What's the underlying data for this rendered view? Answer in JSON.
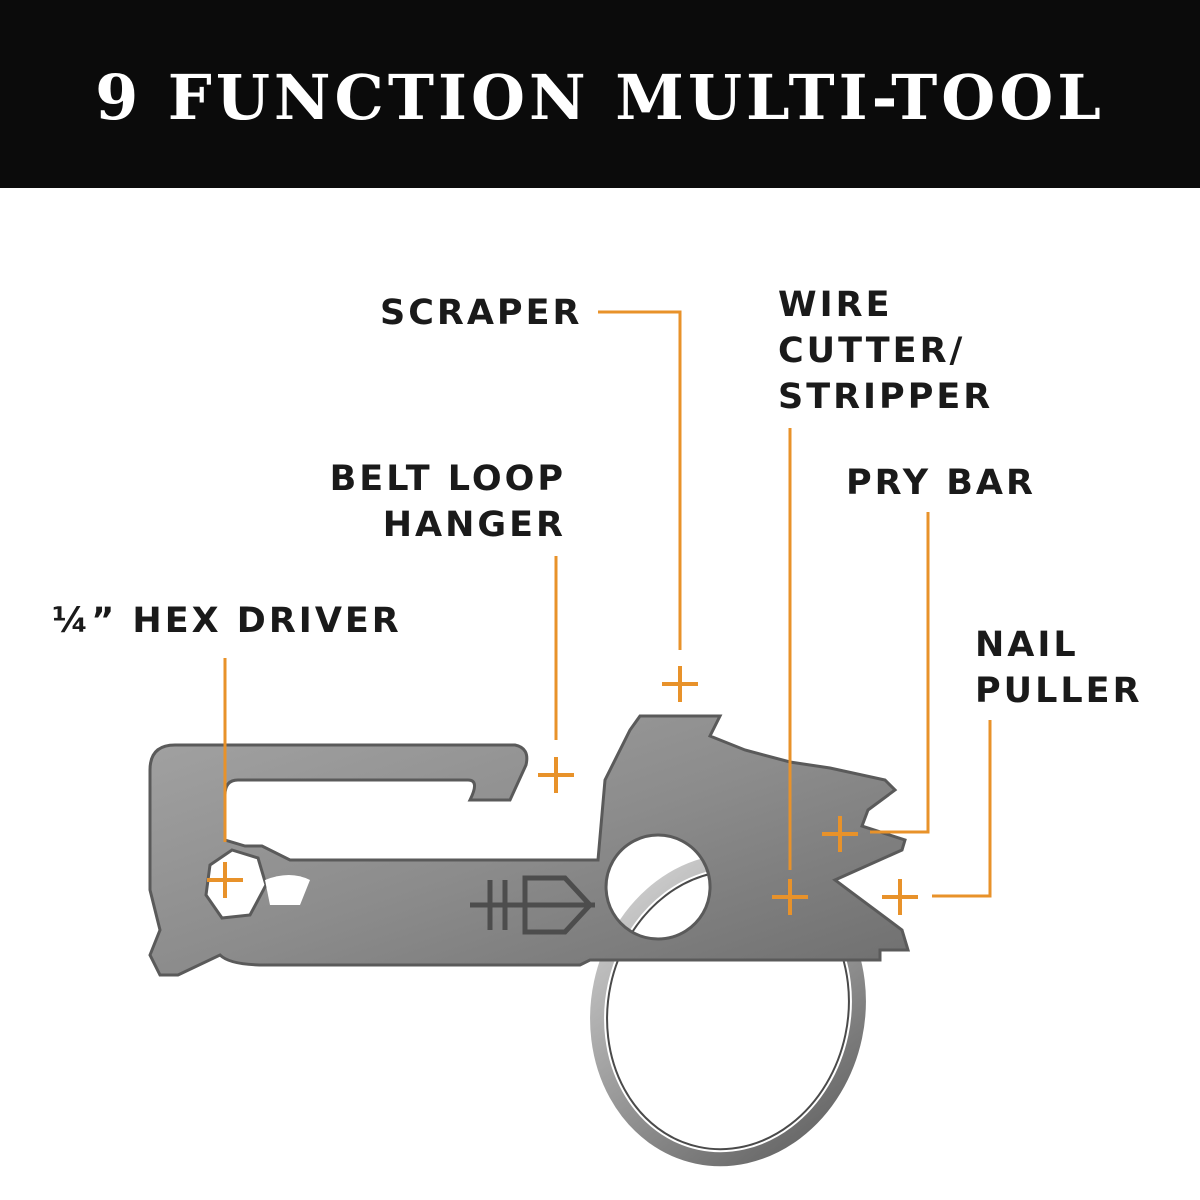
{
  "header": {
    "title": "9 FUNCTION MULTI-TOOL",
    "background_color": "#0b0b0b",
    "text_color": "#ffffff"
  },
  "accent_color": "#e8922a",
  "callouts": {
    "scraper": {
      "lines": [
        "SCRAPER"
      ]
    },
    "wire_cutter": {
      "lines": [
        "WIRE",
        "CUTTER/",
        "STRIPPER"
      ]
    },
    "belt_loop": {
      "lines": [
        "BELT LOOP",
        "HANGER"
      ]
    },
    "pry_bar": {
      "lines": [
        "PRY BAR"
      ]
    },
    "hex_driver": {
      "lines": [
        "¼” HEX DRIVER"
      ]
    },
    "nail_puller": {
      "lines": [
        "NAIL",
        "PULLER"
      ]
    }
  },
  "product": {
    "name": "multi-tool keychain",
    "material_color": "#8e8e8e"
  }
}
